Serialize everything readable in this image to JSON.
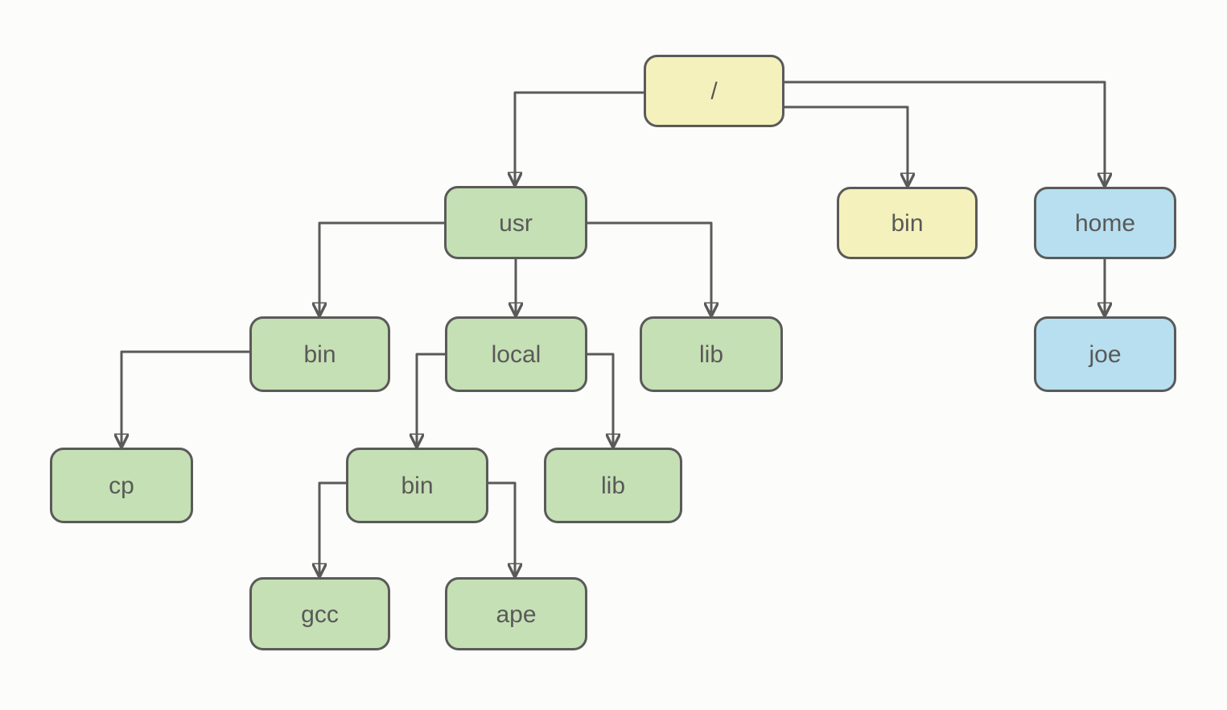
{
  "diagram": {
    "type": "tree",
    "description": "Unix filesystem directory tree",
    "palette": {
      "node_yellow": "#F5F1BC",
      "node_green": "#C5E0B4",
      "node_blue": "#B7DFEF",
      "stroke": "#5A5A5A",
      "text": "#595959",
      "background": "#FCFCFA"
    },
    "nodes": [
      {
        "id": "root",
        "label": "/",
        "color": "yellow"
      },
      {
        "id": "usr",
        "label": "usr",
        "color": "green"
      },
      {
        "id": "bin-top",
        "label": "bin",
        "color": "yellow"
      },
      {
        "id": "home",
        "label": "home",
        "color": "blue"
      },
      {
        "id": "usr-bin",
        "label": "bin",
        "color": "green"
      },
      {
        "id": "local",
        "label": "local",
        "color": "green"
      },
      {
        "id": "usr-lib",
        "label": "lib",
        "color": "green"
      },
      {
        "id": "joe",
        "label": "joe",
        "color": "blue"
      },
      {
        "id": "cp",
        "label": "cp",
        "color": "green"
      },
      {
        "id": "local-bin",
        "label": "bin",
        "color": "green"
      },
      {
        "id": "local-lib",
        "label": "lib",
        "color": "green"
      },
      {
        "id": "gcc",
        "label": "gcc",
        "color": "green"
      },
      {
        "id": "ape",
        "label": "ape",
        "color": "green"
      }
    ],
    "edges": [
      {
        "from": "root",
        "to": "usr"
      },
      {
        "from": "root",
        "to": "bin-top"
      },
      {
        "from": "root",
        "to": "home"
      },
      {
        "from": "usr",
        "to": "usr-bin"
      },
      {
        "from": "usr",
        "to": "local"
      },
      {
        "from": "usr",
        "to": "usr-lib"
      },
      {
        "from": "home",
        "to": "joe"
      },
      {
        "from": "usr-bin",
        "to": "cp"
      },
      {
        "from": "local",
        "to": "local-bin"
      },
      {
        "from": "local",
        "to": "local-lib"
      },
      {
        "from": "local-bin",
        "to": "gcc"
      },
      {
        "from": "local-bin",
        "to": "ape"
      }
    ]
  }
}
